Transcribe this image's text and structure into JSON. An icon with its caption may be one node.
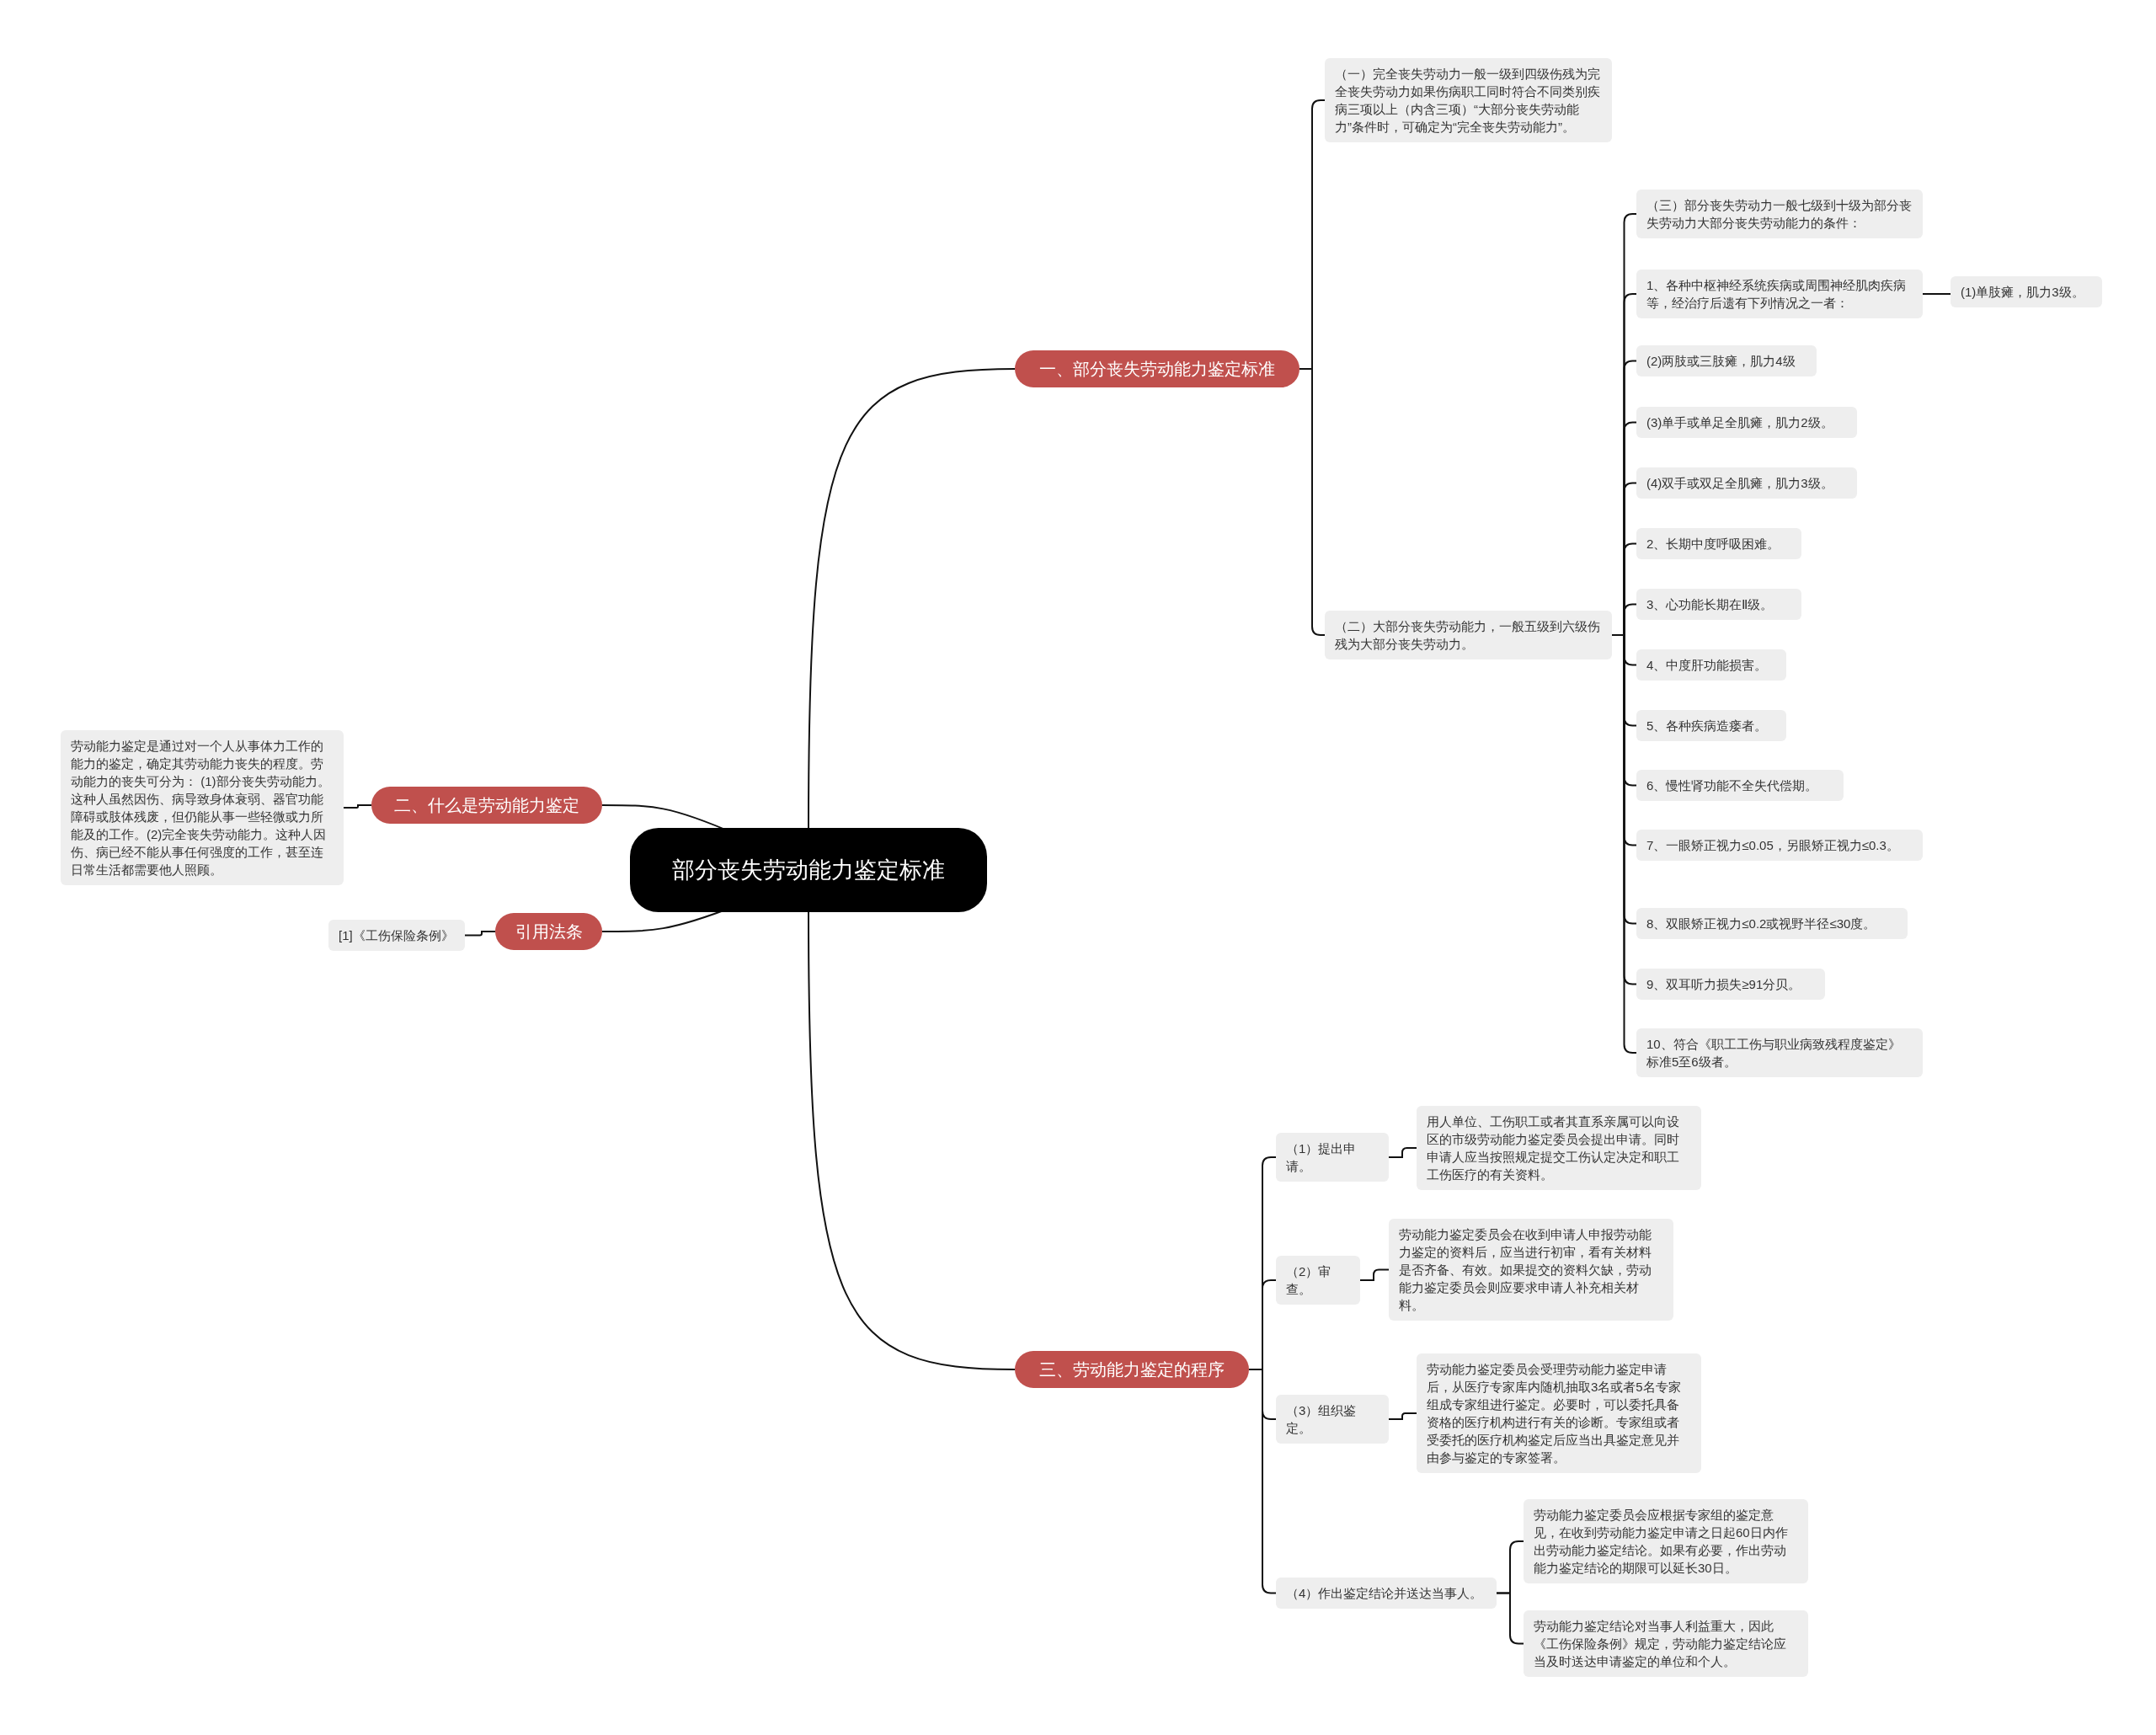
{
  "diagram": {
    "nodes": [
      {
        "text": [
          "部分丧失劳动能力鉴定标准"
        ]
      },
      {
        "text": [
          "一、部分丧失劳动能力鉴定标准"
        ]
      },
      {
        "text": [
          "（一）完全丧失劳动力一般一级到四级伤残为完全丧失劳动力如果伤病职工同时符合不同类别疾病三项以上（内含三项）“大部分丧失劳动能力”条件时，可确定为“完全丧失劳动能力”。"
        ]
      },
      {
        "text": [
          "（二）大部分丧失劳动能力，一般五级到六级伤残为大部分丧失劳动力。"
        ]
      },
      {
        "text": [
          "（三）部分丧失劳动力一般七级到十级为部分丧失劳动力大部分丧失劳动能力的条件："
        ]
      },
      {
        "text": [
          "1、各种中枢神经系统疾病或周围神经肌肉疾病等，经治疗后遗有下列情况之一者："
        ]
      },
      {
        "text": [
          "(1)单肢瘫，肌力3级。"
        ]
      },
      {
        "text": [
          "(2)两肢或三肢瘫，肌力4级"
        ]
      },
      {
        "text": [
          "(3)单手或单足全肌瘫，肌力2级。"
        ]
      },
      {
        "text": [
          "(4)双手或双足全肌瘫，肌力3级。"
        ]
      },
      {
        "text": [
          "2、长期中度呼吸困难。"
        ]
      },
      {
        "text": [
          "3、心功能长期在Ⅱ级。"
        ]
      },
      {
        "text": [
          "4、中度肝功能损害。"
        ]
      },
      {
        "text": [
          "5、各种疾病造瘘者。"
        ]
      },
      {
        "text": [
          "6、慢性肾功能不全失代偿期。"
        ]
      },
      {
        "text": [
          "7、一眼矫正视力≤0.05，另眼矫正视力≤0.3。"
        ]
      },
      {
        "text": [
          "8、双眼矫正视力≤0.2或视野半径≤30度。"
        ]
      },
      {
        "text": [
          "9、双耳听力损失≥91分贝。"
        ]
      },
      {
        "text": [
          "10、符合《职工工伤与职业病致残程度鉴定》标准5至6级者。"
        ]
      },
      {
        "text": [
          "二、什么是劳动能力鉴定"
        ]
      },
      {
        "text": [
          "劳动能力鉴定是通过对一个人从事体力工作的能力的鉴定，确定其劳动能力丧失的程度。劳动能力的丧失可分为： (1)部分丧失劳动能力。这种人虽然因伤、病导致身体衰弱、器官功能障碍或肢体残废，但仍能从事一些轻微或力所能及的工作。(2)完全丧失劳动能力。这种人因伤、病已经不能从事任何强度的工作，甚至连日常生活都需要他人照顾。"
        ]
      },
      {
        "text": [
          "引用法条"
        ]
      },
      {
        "text": [
          "[1]《工伤保险条例》"
        ]
      },
      {
        "text": [
          "三、劳动能力鉴定的程序"
        ]
      },
      {
        "text": [
          "（1）提出申请。"
        ]
      },
      {
        "text": [
          "用人单位、工伤职工或者其直系亲属可以向设区的市级劳动能力鉴定委员会提出申请。同时申请人应当按照规定提交工伤认定决定和职工工伤医疗的有关资料。"
        ]
      },
      {
        "text": [
          "（2）审查。"
        ]
      },
      {
        "text": [
          "劳动能力鉴定委员会在收到申请人申报劳动能力鉴定的资料后，应当进行初审，看有关材料是否齐备、有效。如果提交的资料欠缺，劳动能力鉴定委员会则应要求申请人补充相关材料。"
        ]
      },
      {
        "text": [
          "（3）组织鉴定。"
        ]
      },
      {
        "text": [
          "劳动能力鉴定委员会受理劳动能力鉴定申请后，从医疗专家库内随机抽取3名或者5名专家组成专家组进行鉴定。必要时，可以委托具备资格的医疗机构进行有关的诊断。专家组或者受委托的医疗机构鉴定后应当出具鉴定意见并由参与鉴定的专家签署。"
        ]
      },
      {
        "text": [
          "（4）作出鉴定结论并送达当事人。"
        ]
      },
      {
        "text": [
          "劳动能力鉴定委员会应根据专家组的鉴定意见，在收到劳动能力鉴定申请之日起60日内作出劳动能力鉴定结论。如果有必要，作出劳动能力鉴定结论的期限可以延长30日。"
        ]
      },
      {
        "text": [
          "劳动能力鉴定结论对当事人利益重大，因此《工伤保险条例》规定，劳动能力鉴定结论应当及时送达申请鉴定的单位和个人。"
        ]
      }
    ],
    "edges": [
      {
        "from": 0,
        "to": 1,
        "arrow": "none"
      },
      {
        "from": 1,
        "to": 2,
        "arrow": "none"
      },
      {
        "from": 1,
        "to": 3,
        "arrow": "none"
      },
      {
        "from": 3,
        "to": 4,
        "arrow": "none"
      },
      {
        "from": 3,
        "to": 5,
        "arrow": "none"
      },
      {
        "from": 5,
        "to": 6,
        "arrow": "none"
      },
      {
        "from": 3,
        "to": 7,
        "arrow": "none"
      },
      {
        "from": 3,
        "to": 8,
        "arrow": "none"
      },
      {
        "from": 3,
        "to": 9,
        "arrow": "none"
      },
      {
        "from": 3,
        "to": 10,
        "arrow": "none"
      },
      {
        "from": 3,
        "to": 11,
        "arrow": "none"
      },
      {
        "from": 3,
        "to": 12,
        "arrow": "none"
      },
      {
        "from": 3,
        "to": 13,
        "arrow": "none"
      },
      {
        "from": 3,
        "to": 14,
        "arrow": "none"
      },
      {
        "from": 3,
        "to": 15,
        "arrow": "none"
      },
      {
        "from": 3,
        "to": 16,
        "arrow": "none"
      },
      {
        "from": 3,
        "to": 17,
        "arrow": "none"
      },
      {
        "from": 3,
        "to": 18,
        "arrow": "none"
      },
      {
        "from": 0,
        "to": 19,
        "arrow": "none"
      },
      {
        "from": 19,
        "to": 20,
        "arrow": "none"
      },
      {
        "from": 0,
        "to": 21,
        "arrow": "none"
      },
      {
        "from": 21,
        "to": 22,
        "arrow": "none"
      },
      {
        "from": 0,
        "to": 23,
        "arrow": "none"
      },
      {
        "from": 23,
        "to": 24,
        "arrow": "none"
      },
      {
        "from": 24,
        "to": 25,
        "arrow": "none"
      },
      {
        "from": 23,
        "to": 26,
        "arrow": "none"
      },
      {
        "from": 26,
        "to": 27,
        "arrow": "none"
      },
      {
        "from": 23,
        "to": 28,
        "arrow": "none"
      },
      {
        "from": 28,
        "to": 29,
        "arrow": "none"
      },
      {
        "from": 23,
        "to": 30,
        "arrow": "none"
      },
      {
        "from": 30,
        "to": 31,
        "arrow": "none"
      },
      {
        "from": 30,
        "to": 32,
        "arrow": "none"
      }
    ]
  }
}
